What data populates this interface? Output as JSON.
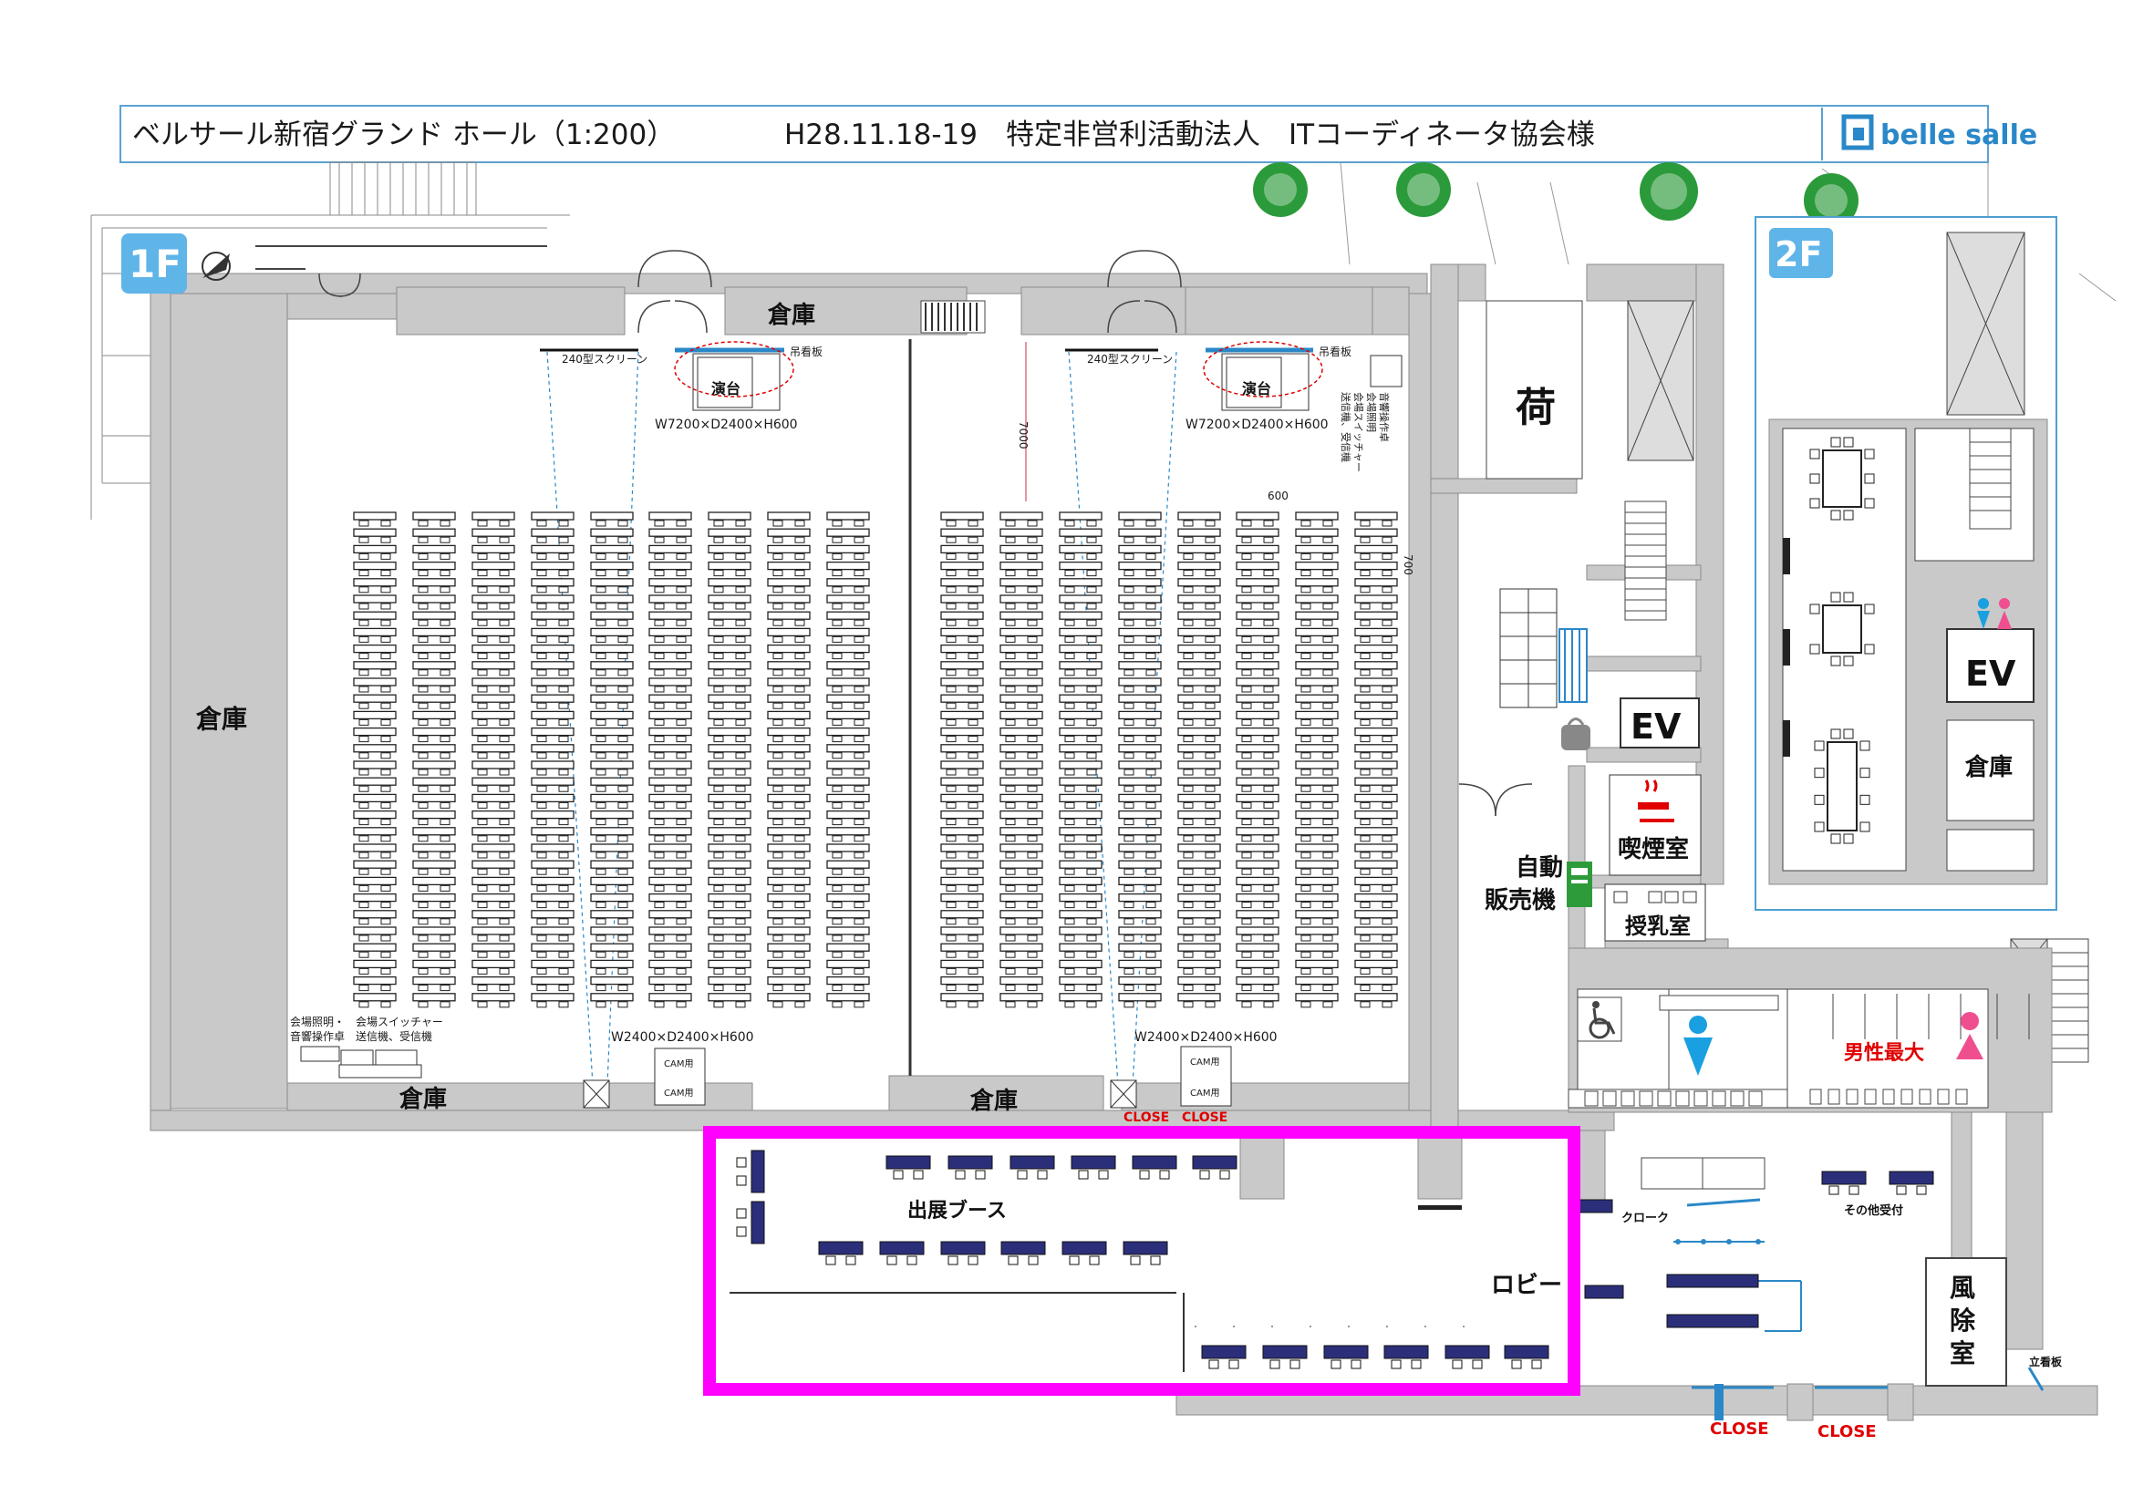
{
  "header": {
    "venue": "ベルサール新宿グランド ホール（1:200）",
    "event": "H28.11.18-19　特定非営利活動法人　ITコーディネータ協会様",
    "logo_text": "belle salle"
  },
  "floors": {
    "f1": "1F",
    "f2": "2F"
  },
  "rooms": {
    "storage": "倉庫",
    "cargo": "荷",
    "ev": "EV",
    "smoking": "喫煙室",
    "vending_line1": "自動",
    "vending_line2": "販売機",
    "nursing": "授乳室",
    "windbreak_1": "風",
    "windbreak_2": "除",
    "windbreak_3": "室",
    "male_large": "男性最大",
    "exhibit": "出展ブース",
    "lobby": "ロビー",
    "cloak": "クローク",
    "other_reception": "その他受付",
    "sign_board": "立看板"
  },
  "stage": {
    "screen": "240型スクリーン",
    "podium": "演台",
    "hanging_sign": "吊看板",
    "size_large": "W7200×D2400×H600",
    "size_small": "W2400×D2400×H600",
    "cam": "CAM用",
    "op_line1": "会場照明・　会場スイッチャー",
    "op_line2": "音響操作卓　送信機、受信機",
    "op_vert1": "会場照明",
    "op_vert2": "音響操作卓",
    "op_vert3": "会場スイッチャー",
    "op_vert4": "送信機、受信機"
  },
  "dims": {
    "d7000": "7000",
    "d600": "600",
    "d700": "700"
  },
  "doors": {
    "close": "CLOSE"
  },
  "colors": {
    "wall": "#c9c9c9",
    "highlight": "#ff00ff",
    "frame2f": "#4f9fd0",
    "badge": "#5fb4e8",
    "desk": "#2b2f7a",
    "red": "#e00000",
    "male": "#1aa0e0",
    "female": "#ef4f8f",
    "vending": "#2e9b3a"
  }
}
